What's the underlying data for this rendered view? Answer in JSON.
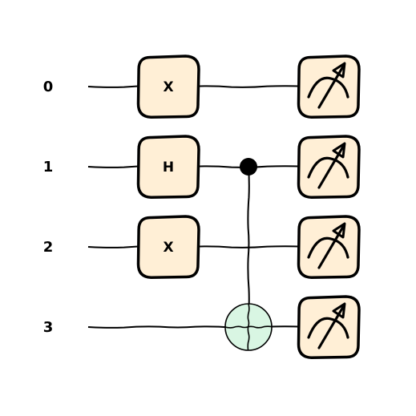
{
  "circuit": {
    "qubits": [
      {
        "label": "0"
      },
      {
        "label": "1"
      },
      {
        "label": "2"
      },
      {
        "label": "3"
      }
    ],
    "gates": [
      {
        "type": "single",
        "label": "X",
        "qubit": 0,
        "step": 0
      },
      {
        "type": "single",
        "label": "H",
        "qubit": 1,
        "step": 0
      },
      {
        "type": "single",
        "label": "X",
        "qubit": 2,
        "step": 0
      }
    ],
    "controlled": [
      {
        "type": "cnot",
        "control": 1,
        "target": 3,
        "step": 1
      }
    ],
    "measurements": [
      0,
      1,
      2,
      3
    ],
    "colors": {
      "gate_fill": "#ffefd6",
      "target_fill": "#d9f6e3",
      "stroke": "#000000",
      "background": "#ffffff"
    }
  }
}
